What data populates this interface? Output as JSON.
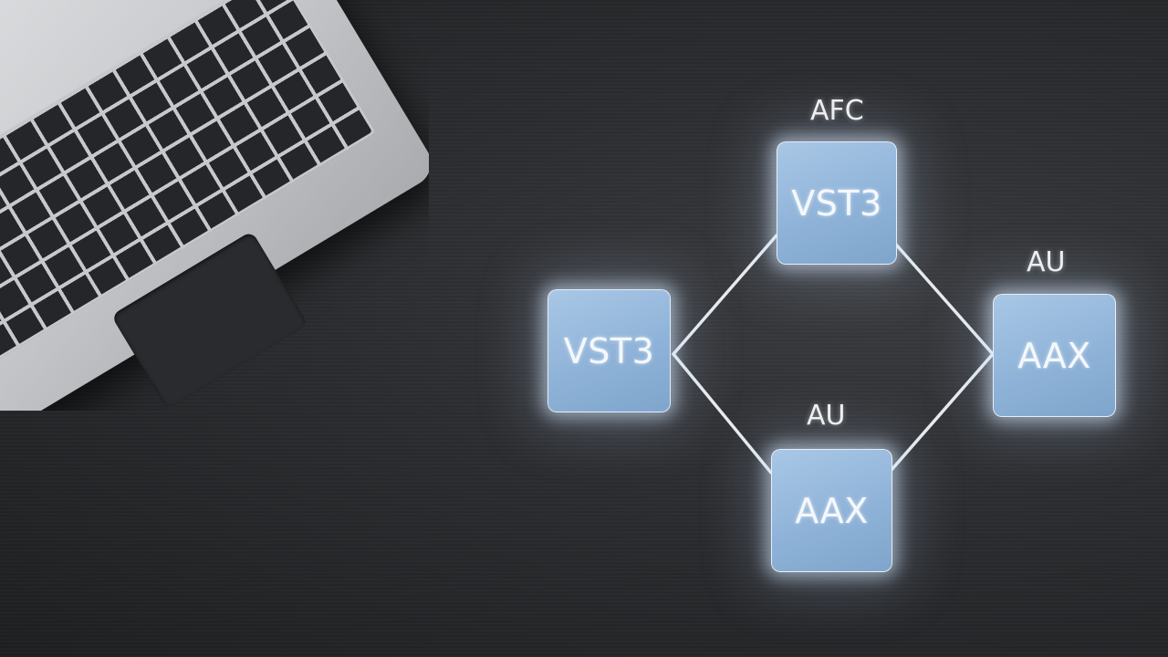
{
  "laptop": {
    "tracks": [
      {
        "color": "#2fd3c0"
      },
      {
        "color": "#e7c51f"
      },
      {
        "color": "#8e1fc4"
      },
      {
        "color": "#e0308c"
      },
      {
        "color": "#c9b64a"
      }
    ]
  },
  "diagram": {
    "nodes": {
      "top": {
        "label": "VST3",
        "caption": "AFC"
      },
      "left": {
        "label": "VST3"
      },
      "right": {
        "label": "AAX",
        "caption": "AU"
      },
      "bottom": {
        "label": "AAX",
        "caption": "AU"
      }
    },
    "connector_color": "#e8ecf0",
    "node_color": "#8fb3d8"
  }
}
